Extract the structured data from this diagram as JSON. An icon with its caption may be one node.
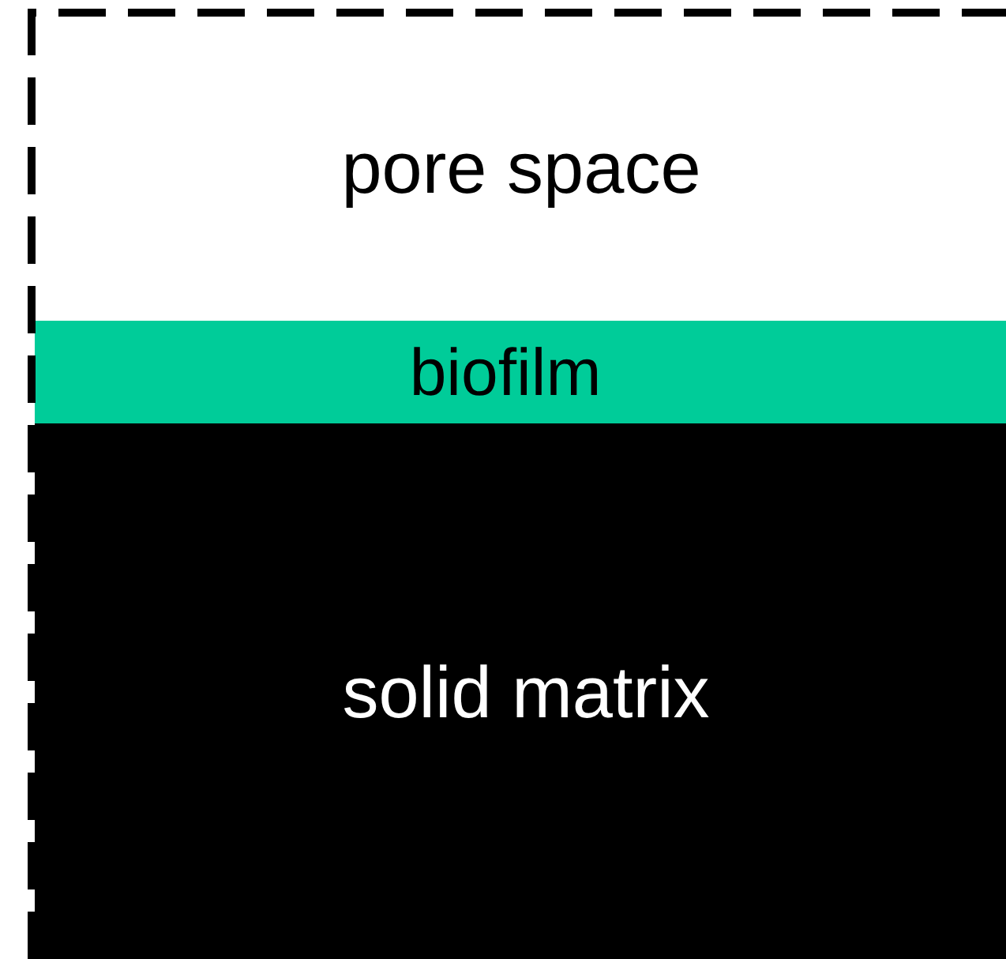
{
  "diagram": {
    "nodes": [
      {
        "text": [
          "pore space"
        ]
      },
      {
        "text": [
          "biofilm"
        ]
      },
      {
        "text": [
          "solid matrix"
        ]
      }
    ]
  }
}
